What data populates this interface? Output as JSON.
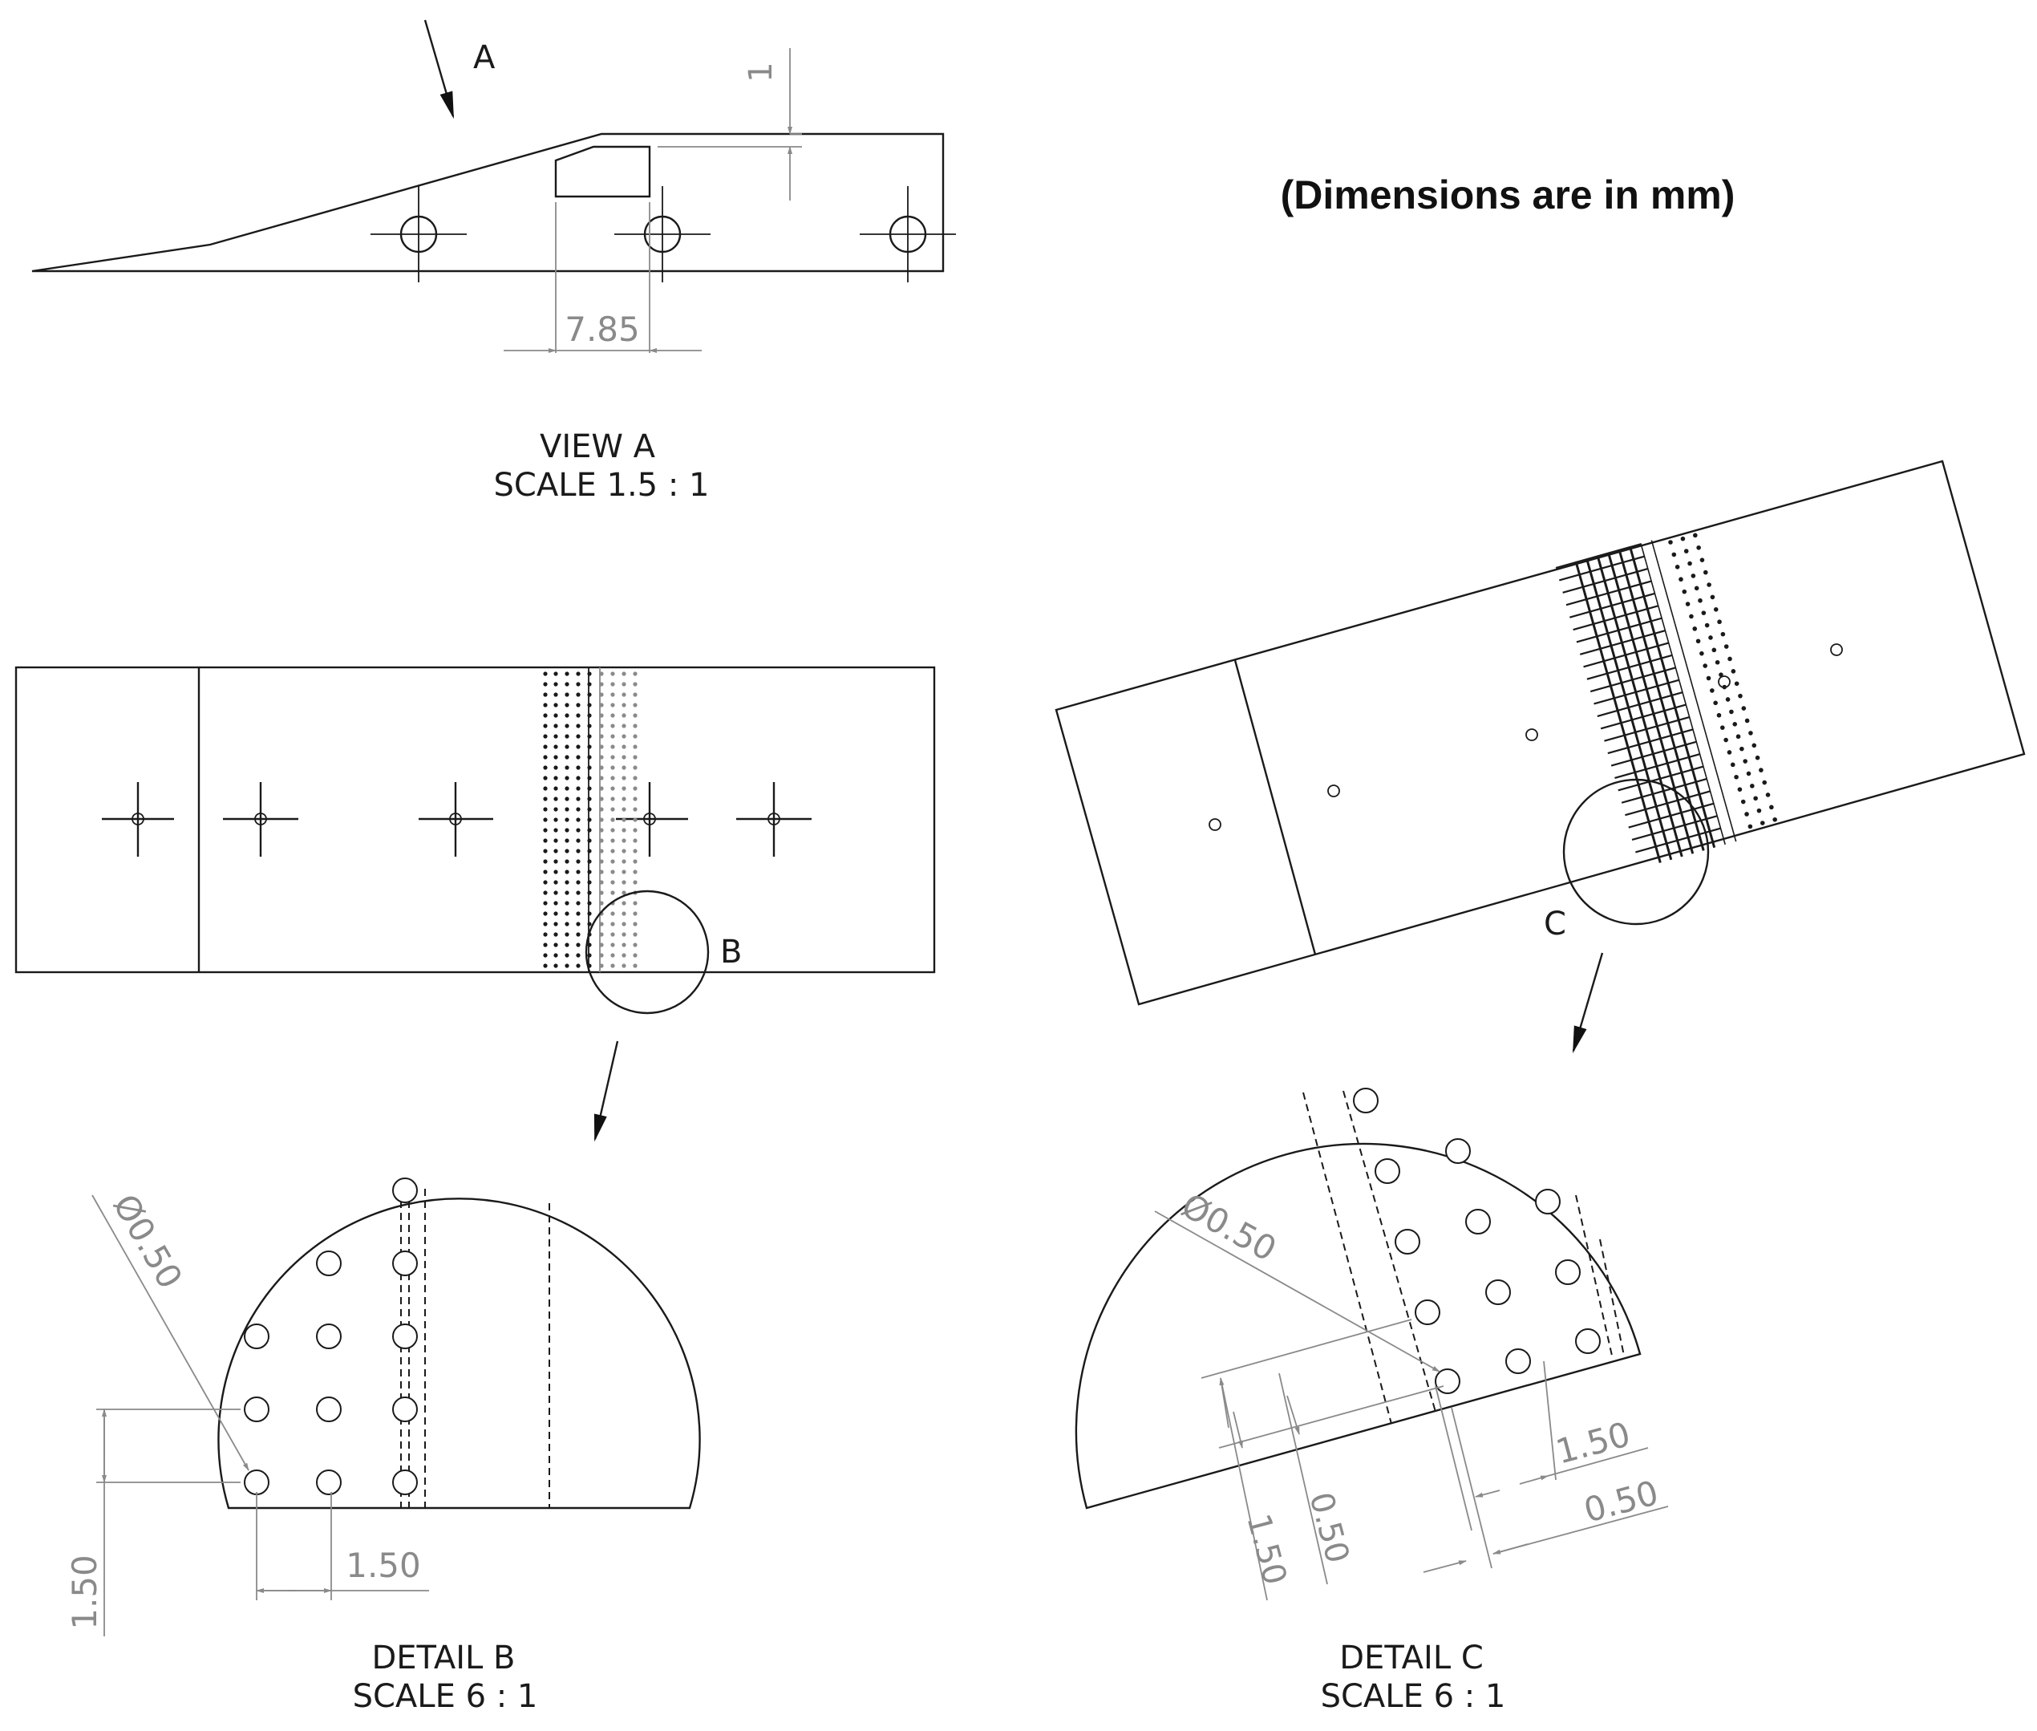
{
  "note": "(Dimensions are in mm)",
  "view_a": {
    "arrow_label": "A",
    "title": "VIEW A",
    "scale": "SCALE 1.5 : 1",
    "dim_width": "7.85",
    "dim_height": "1"
  },
  "plan_view": {
    "detail_label": "B"
  },
  "rotated_view": {
    "detail_label": "C"
  },
  "detail_b": {
    "title": "DETAIL B",
    "scale": "SCALE 6 : 1",
    "dim_diameter": "Ø0.50",
    "dim_pitch_x": "1.50",
    "dim_pitch_y": "1.50"
  },
  "detail_c": {
    "title": "DETAIL C",
    "scale": "SCALE 6 : 1",
    "dim_diameter": "Ø0.50",
    "dim_pitch_a": "1.50",
    "dim_offset_a": "0.50",
    "dim_pitch_b": "1.50",
    "dim_offset_b": "0.50"
  }
}
